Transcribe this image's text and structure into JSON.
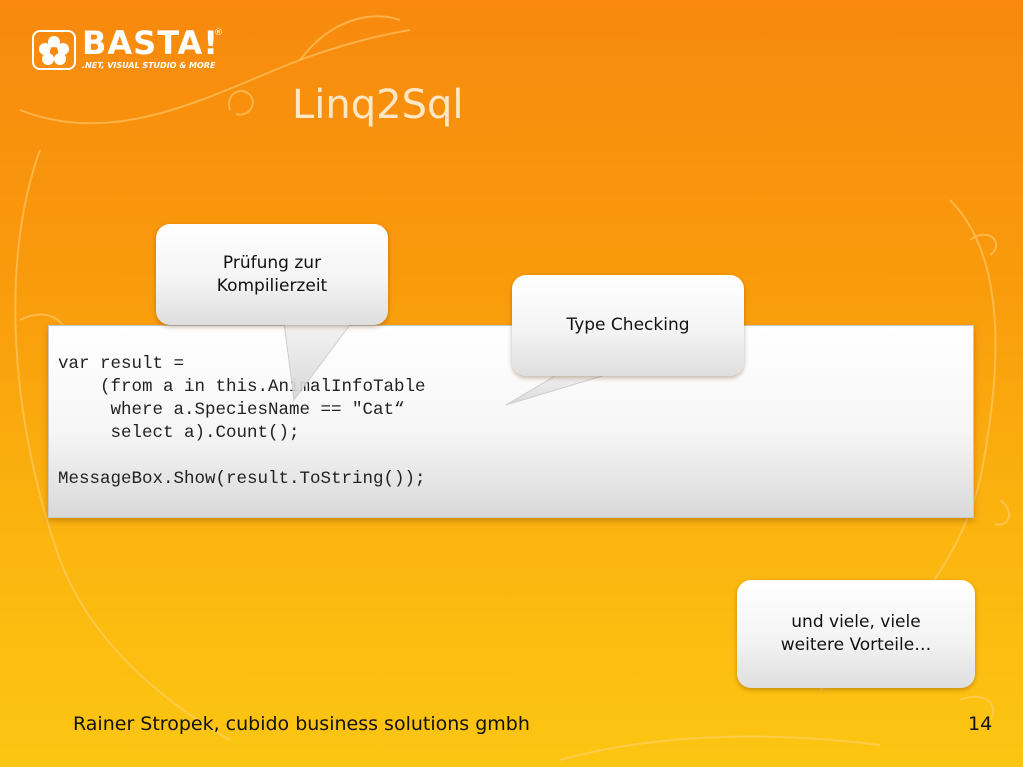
{
  "logo": {
    "wordmark": "BASTA!",
    "registered": "®",
    "tagline": ".NET, VISUAL STUDIO & MORE",
    "icon": "flower-icon"
  },
  "slide": {
    "title": "Linq2Sql",
    "code": "var result =\n    (from a in this.AnimalInfoTable\n     where a.SpeciesName == \"Cat“\n     select a).Count();\n\nMessageBox.Show(result.ToString());",
    "callouts": [
      {
        "text": "Prüfung zur\nKompilierzeit"
      },
      {
        "text": "Type Checking"
      },
      {
        "text": "und viele, viele\nweitere Vorteile…"
      }
    ]
  },
  "footer": {
    "author": "Rainer Stropek, cubido business solutions gmbh",
    "page_number": "14"
  },
  "colors": {
    "background_top": "#f8890e",
    "background_bottom": "#fcc612",
    "title": "#fde7c6"
  }
}
